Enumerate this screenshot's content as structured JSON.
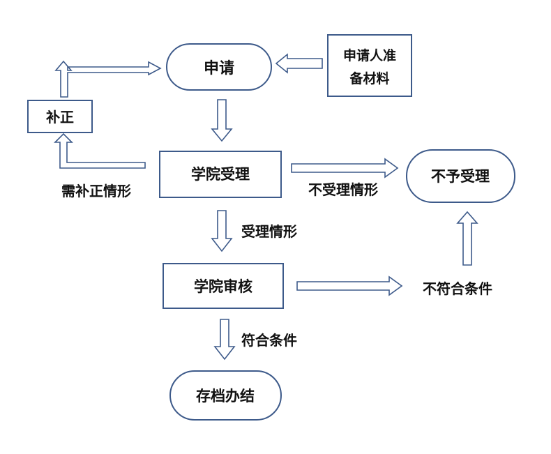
{
  "colors": {
    "border": "#3d5a8a",
    "text": "#111111",
    "background": "#ffffff"
  },
  "nodes": {
    "apply": "申请",
    "prepare_line1": "申请人准",
    "prepare_line2": "备材料",
    "supplement": "补正",
    "accept": "学院受理",
    "reject": "不予受理",
    "review": "学院审核",
    "archive": "存档办结"
  },
  "labels": {
    "need_supplement": "需补正情形",
    "not_accepted": "不受理情形",
    "accepted": "受理情形",
    "not_qualified": "不符合条件",
    "qualified": "符合条件"
  }
}
